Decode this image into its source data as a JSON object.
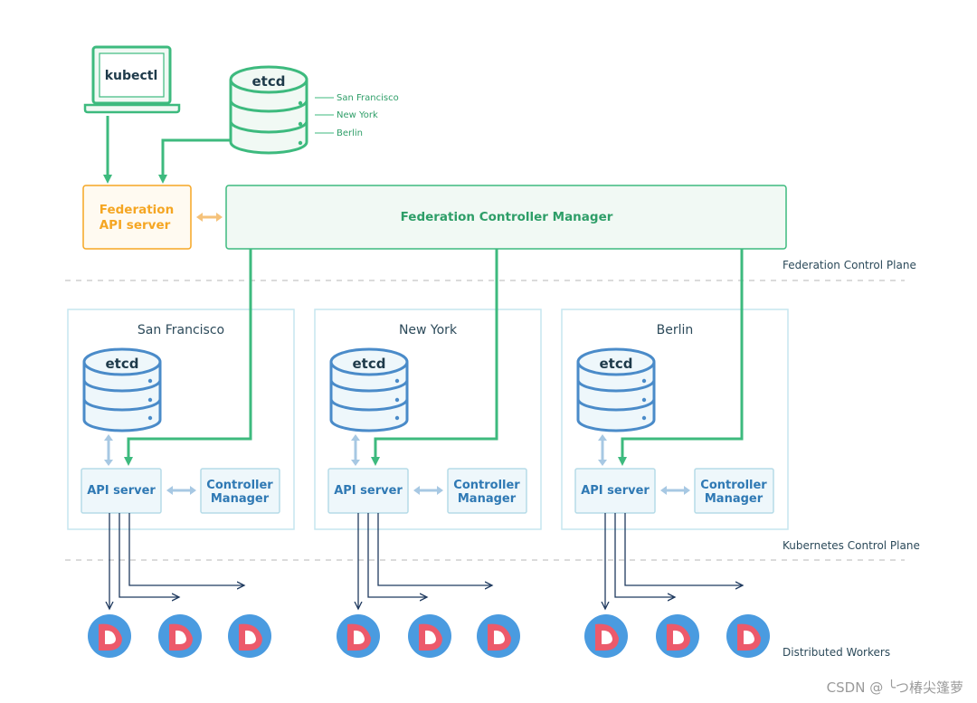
{
  "colors": {
    "green": "#3dba7e",
    "green_fill": "#f1f9f4",
    "green_dark": "#2e9e68",
    "orange": "#f5a623",
    "orange_fill": "#fffaf1",
    "blue": "#4a8bc9",
    "blue_light": "#a7c8e3",
    "blue_box": "#eef7fb",
    "blue_border": "#b5dbe8",
    "region_border": "#c6e6ef",
    "navy": "#1f3a5f",
    "dashed": "#cfcfcf",
    "worker_blue": "#4a9be0",
    "worker_red": "#ec5a6b",
    "text_dark": "#2c4a5a",
    "text_blue": "#2f79b4"
  },
  "kubectl": {
    "label": "kubectl"
  },
  "federation_etcd": {
    "label": "etcd",
    "locations": [
      "San Francisco",
      "New York",
      "Berlin"
    ]
  },
  "federation_api_server": {
    "line1": "Federation",
    "line2": "API server"
  },
  "federation_controller_manager": {
    "label": "Federation Controller Manager"
  },
  "planes": {
    "federation": "Federation Control Plane",
    "kubernetes": "Kubernetes Control Plane",
    "workers": "Distributed Workers"
  },
  "clusters": [
    {
      "name": "San Francisco",
      "etcd": "etcd",
      "api_server": "API server",
      "cm_line1": "Controller",
      "cm_line2": "Manager"
    },
    {
      "name": "New York",
      "etcd": "etcd",
      "api_server": "API server",
      "cm_line1": "Controller",
      "cm_line2": "Manager"
    },
    {
      "name": "Berlin",
      "etcd": "etcd",
      "api_server": "API server",
      "cm_line1": "Controller",
      "cm_line2": "Manager"
    }
  ],
  "watermark": "CSDN @ ╰つ椿尖篷萝"
}
